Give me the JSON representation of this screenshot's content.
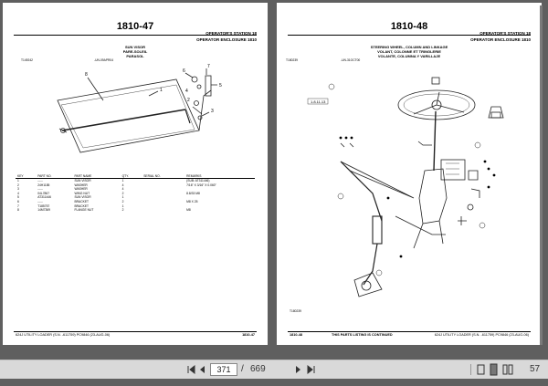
{
  "left_page": {
    "page_number": "1810-47",
    "header_line1": "OPERATOR'S STATION   18",
    "header_line2": "OPERATOR ENCLOSURE 1810",
    "title_lines": [
      "SUN VISOR",
      "PARE-SOLEIL",
      "PARASOL"
    ],
    "fig_code": "T149242",
    "drawing_code": "-UN-09APR04",
    "callouts": [
      "1",
      "2",
      "3",
      "4",
      "5",
      "6",
      "7",
      "8"
    ],
    "table_headers": [
      "KEY",
      "PART NO.",
      "PART NAME",
      "QTY.",
      "SERIAL NO.",
      "REMARKS"
    ],
    "rows": [
      [
        "1",
        "-----",
        "SUN VISOR",
        "1",
        "",
        "(SUB: AT311446)"
      ],
      [
        "2",
        "24H1185",
        "WASHER",
        "4",
        "",
        "7/16\" X 3/16\" X 0.060\""
      ],
      [
        "3",
        "-----",
        "WASHER",
        "4",
        "",
        ""
      ],
      [
        "4",
        "04L7867",
        "WING NUT",
        "2",
        "",
        "8.8/33 M8"
      ],
      [
        "5",
        "AT311446",
        "SUN VISOR",
        "1",
        "",
        ""
      ],
      [
        "6",
        "-----",
        "BRACKET",
        "2",
        "",
        "M8 X 25"
      ],
      [
        "7",
        "T185757",
        "BRACKET",
        "1",
        "",
        ""
      ],
      [
        "8",
        "14M7369",
        "FLANGE NUT",
        "2",
        "",
        "M8"
      ]
    ],
    "footer_left": "624J UTILITY LOADER (S.N. -611759)     PC9846     (23-AUG-06)",
    "footer_right": "1810-47"
  },
  "right_page": {
    "page_number": "1810-48",
    "header_line1": "OPERATOR'S STATION   18",
    "header_line2": "OPERATOR ENCLOSURE 1810",
    "title_lines": [
      "STEERING WHEEL, COLUMN AND LINKAGE",
      "VOLANT, COLONNE ET TRINGLERIE",
      "VOLANTE, COLUMNA Y VARILLAJE"
    ],
    "fig_code": "T180239",
    "drawing_code": "-UN-31OCT00",
    "ref_tag": "1.8.11.13",
    "bottom_fig_code": "T180239",
    "footer_left": "1810-48",
    "footer_center": "THIS PARTS LISTING IS CONTINUED",
    "footer_right": "624J UTILITY LOADER (S.N. -611759)     PC9846     (23-AUG-06)"
  },
  "toolbar": {
    "first_page_icon": "first-page-icon",
    "prev_page_icon": "prev-page-icon",
    "current_page": "371",
    "page_separator": "/",
    "total_pages": "669",
    "next_page_icon": "next-page-icon",
    "last_page_icon": "last-page-icon",
    "zoom_value": "57"
  },
  "colors": {
    "viewer_background": "#5f5f5f",
    "page_background": "#ffffff",
    "toolbar_background": "#d9d9d9"
  }
}
